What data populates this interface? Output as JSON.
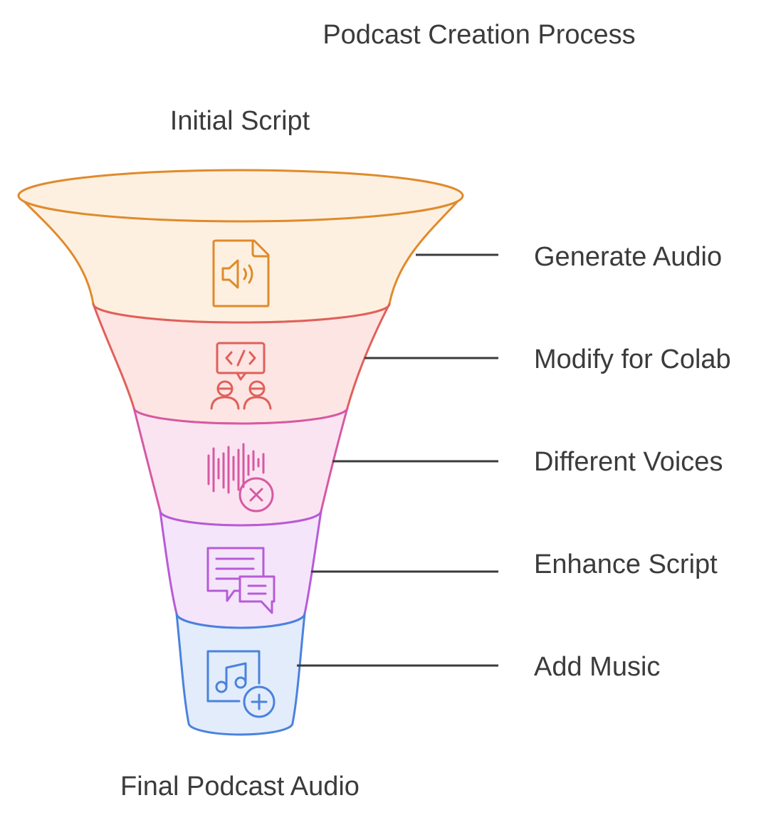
{
  "title": "Podcast Creation Process",
  "top_label": "Initial Script",
  "bottom_label": "Final Podcast Audio",
  "stages": [
    {
      "label": "Generate Audio",
      "icon": "audio-file-icon",
      "stroke": "#e08a2c",
      "fill": "#fdf0e0"
    },
    {
      "label": "Modify for Colab",
      "icon": "code-collaboration-icon",
      "stroke": "#e0605a",
      "fill": "#fde5e3"
    },
    {
      "label": "Different Voices",
      "icon": "voice-waveform-cancel-icon",
      "stroke": "#d659a4",
      "fill": "#fbe4f1"
    },
    {
      "label": "Enhance Script",
      "icon": "chat-messages-icon",
      "stroke": "#b75bd8",
      "fill": "#f5e5fb"
    },
    {
      "label": "Add Music",
      "icon": "music-file-add-icon",
      "stroke": "#4a82dd",
      "fill": "#e2ecfb"
    }
  ]
}
